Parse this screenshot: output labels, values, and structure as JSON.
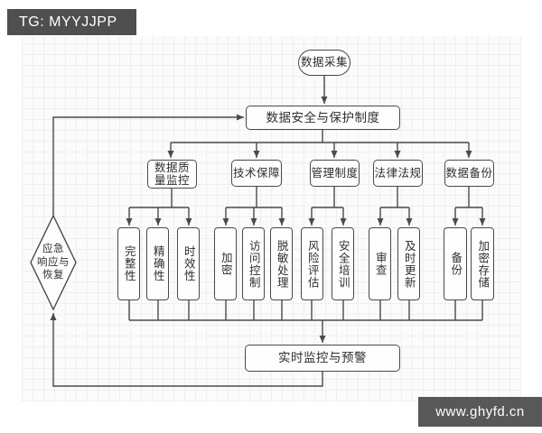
{
  "colors": {
    "line": "#4a4a4a",
    "box_border": "#4a4a4a",
    "box_fill": "#fdfdfd",
    "text": "#2f2f2f",
    "banner_bg": "#4f4f4f",
    "banner_text": "#ffffff"
  },
  "banners": {
    "top_left": "TG: MYYJJPP",
    "bottom_right": "www.ghyfd.cn"
  },
  "flowchart": {
    "start": {
      "label": "数据采集"
    },
    "policy": {
      "label": "数据安全与保护制度"
    },
    "emergency": {
      "label": "应急响应与恢复",
      "lines": [
        "应急",
        "响应与",
        "恢复"
      ]
    },
    "monitor": {
      "label": "实时监控与预警"
    },
    "branches": [
      {
        "label": "数据质量监控",
        "children": [
          "完整性",
          "精确性",
          "时效性"
        ]
      },
      {
        "label": "技术保障",
        "children": [
          "加密",
          "访问控制",
          "脱敏处理"
        ]
      },
      {
        "label": "管理制度",
        "children": [
          "风险评估",
          "安全培训"
        ]
      },
      {
        "label": "法律法规",
        "children": [
          "审查",
          "及时更新"
        ]
      },
      {
        "label": "数据备份",
        "children": [
          "备份",
          "加密存储"
        ]
      }
    ]
  }
}
